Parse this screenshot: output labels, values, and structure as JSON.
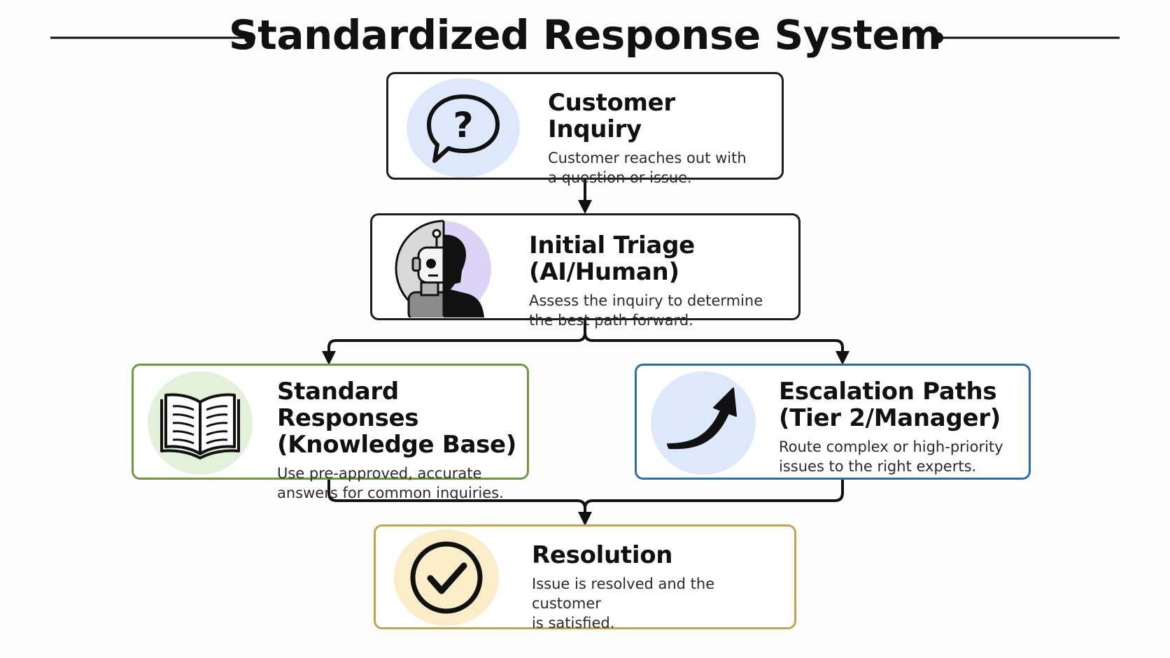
{
  "title": "Standardized Response System",
  "colors": {
    "ink": "#111111",
    "inquiry_bg": "#dde9fb",
    "triage_bg": "#dcd4f7",
    "standard_border": "#6b9a3f",
    "standard_bg": "#e4f1da",
    "escalation_border": "#2e6cb0",
    "escalation_bg": "#dde9fb",
    "resolution_border": "#c9a24b",
    "resolution_bg": "#fbedc8"
  },
  "nodes": {
    "inquiry": {
      "heading": "Customer Inquiry",
      "desc_line1": "Customer reaches out with",
      "desc_line2": "a question or issue.",
      "icon": "question-speech-bubble-icon"
    },
    "triage": {
      "heading": "Initial Triage (AI/Human)",
      "desc_line1": "Assess the inquiry to determine",
      "desc_line2": "the best path forward.",
      "icon": "robot-human-split-icon"
    },
    "standard": {
      "heading_line1": "Standard Responses",
      "heading_line2": "(Knowledge Base)",
      "desc_line1": "Use pre-approved, accurate",
      "desc_line2": "answers for common inquiries.",
      "icon": "open-book-icon"
    },
    "escalation": {
      "heading_line1": "Escalation Paths",
      "heading_line2": "(Tier 2/Manager)",
      "desc_line1": "Route complex or high-priority",
      "desc_line2": "issues to the right experts.",
      "icon": "curved-arrow-up-icon"
    },
    "resolution": {
      "heading": "Resolution",
      "desc_line1": "Issue is resolved and the customer",
      "desc_line2": "is satisfied.",
      "icon": "check-circle-icon"
    }
  }
}
